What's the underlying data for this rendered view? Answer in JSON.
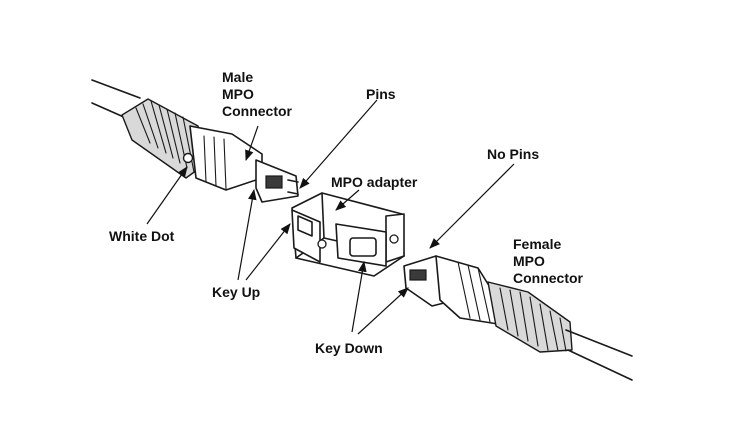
{
  "labels": {
    "male_connector": [
      "Male",
      "MPO",
      "Connector"
    ],
    "pins": "Pins",
    "adapter": "MPO adapter",
    "no_pins": "No Pins",
    "female_connector": [
      "Female",
      "MPO",
      "Connector"
    ],
    "white_dot": "White Dot",
    "key_up": "Key Up",
    "key_down": "Key Down"
  },
  "colors": {
    "line": "#1a1a1a",
    "boot_fill": "#d9d9d9",
    "background": "#ffffff"
  }
}
